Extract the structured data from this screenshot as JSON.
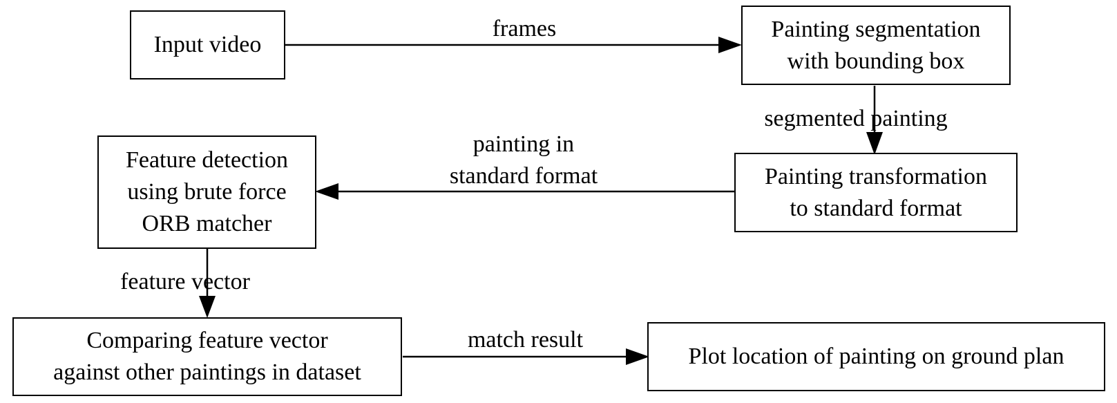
{
  "colors": {
    "stroke": "#000000",
    "background": "#ffffff"
  },
  "nodes": {
    "input_video": "Input video",
    "segmentation": "Painting segmentation\nwith bounding box",
    "transformation": "Painting transformation\nto standard format",
    "feature_detection": "Feature detection\nusing brute force\nORB matcher",
    "comparing": "Comparing feature vector\nagainst other paintings in dataset",
    "plot_location": "Plot location of painting on ground plan"
  },
  "edges": {
    "frames": "frames",
    "segmented_painting": "segmented painting",
    "standard_format": "painting in\nstandard format",
    "feature_vector": "feature vector",
    "match_result": "match result"
  }
}
